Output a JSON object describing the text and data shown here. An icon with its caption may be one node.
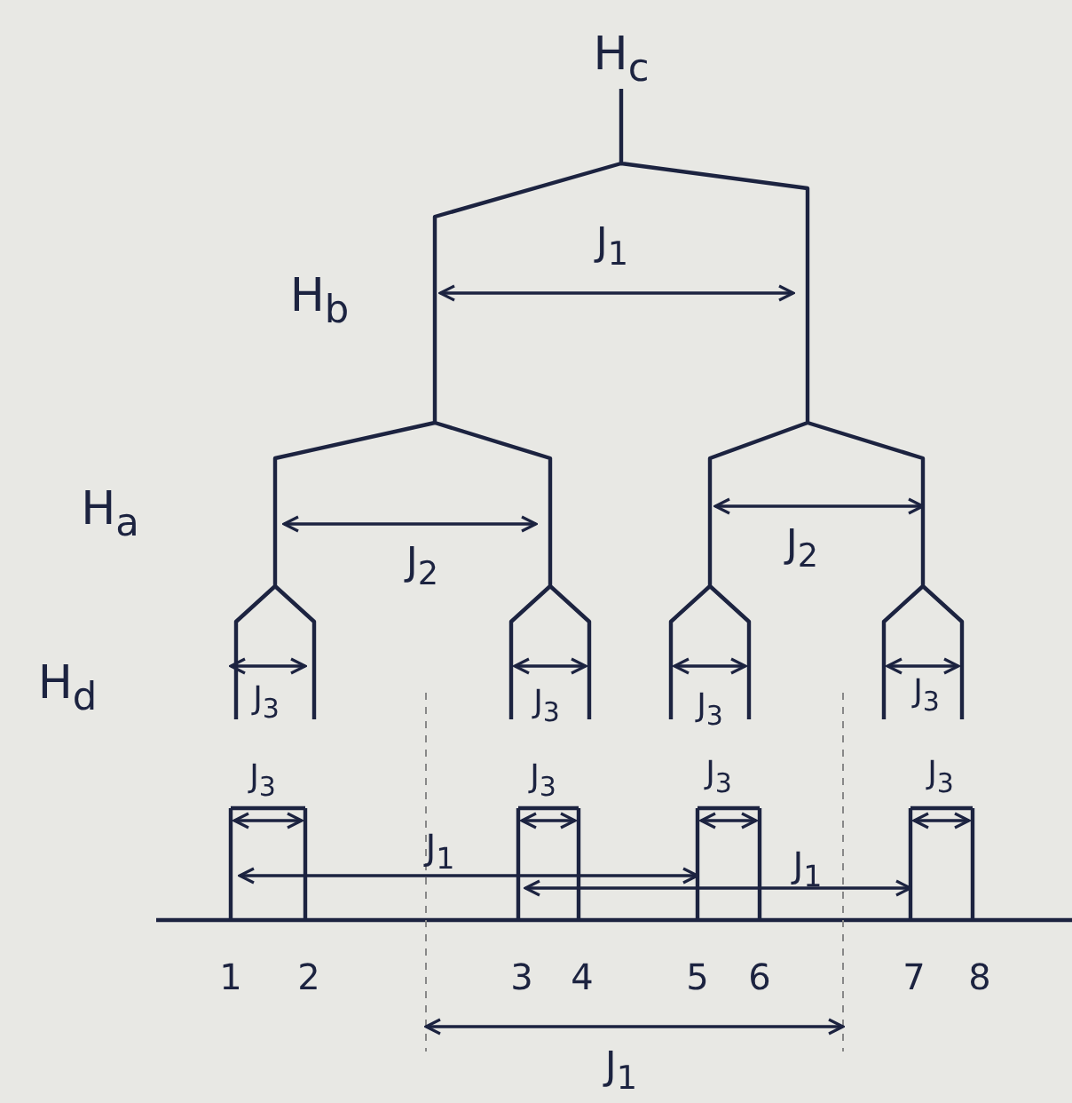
{
  "diagram": {
    "labels": [
      "H$_{c}$",
      "J$_{1}$",
      "H$_{b}$",
      "H$_{a}$",
      "J$_{2}$",
      "J$_{2}$",
      "H$_{d}$",
      "J$_{3}$",
      "J$_{3}$",
      "J$_{3}$",
      "J$_{3}$",
      "J$_{3}$",
      "J$_{3}$",
      "J$_{3}$",
      "J$_{3}$",
      "J$_{1}$",
      "J$_{1}$",
      "1",
      "2",
      "3",
      "4",
      "5",
      "6",
      "7",
      "8",
      "J$_{1}$"
    ]
  }
}
